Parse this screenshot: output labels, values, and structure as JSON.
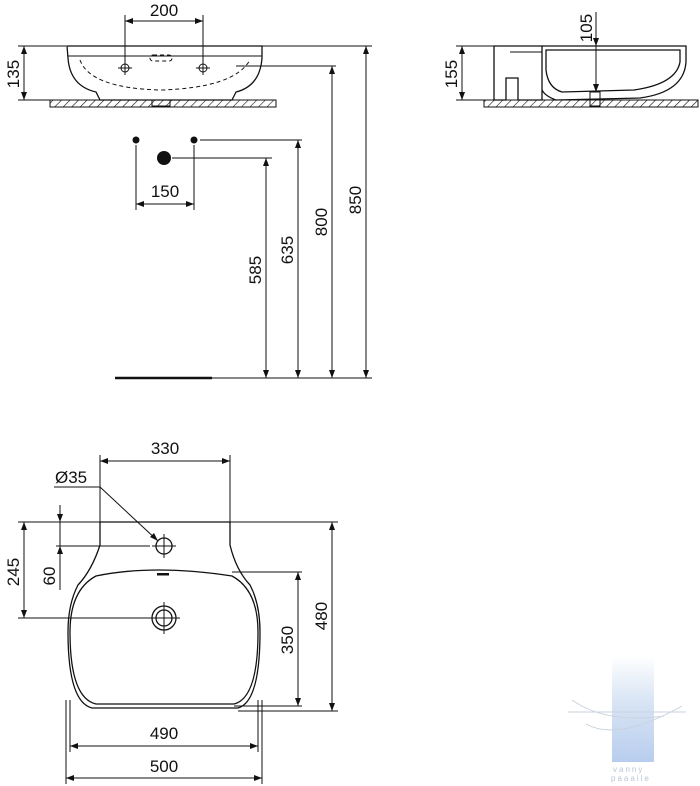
{
  "dimensions": {
    "front_top_width": "200",
    "front_height": "135",
    "side_depth_inner": "105",
    "side_height": "155",
    "supply_spacing": "150",
    "height_585": "585",
    "height_635": "635",
    "height_800": "800",
    "height_850": "850",
    "plan_back_width": "330",
    "tap_hole_diameter": "Ø35",
    "plan_depth_245": "245",
    "tap_offset_60": "60",
    "bowl_depth_350": "350",
    "total_depth_480": "480",
    "bowl_width_490": "490",
    "total_width_500": "500"
  },
  "watermark": {
    "text": "vanny\npaaaile"
  },
  "colors": {
    "line": "#111111",
    "watermark": "#c9d8ee"
  }
}
